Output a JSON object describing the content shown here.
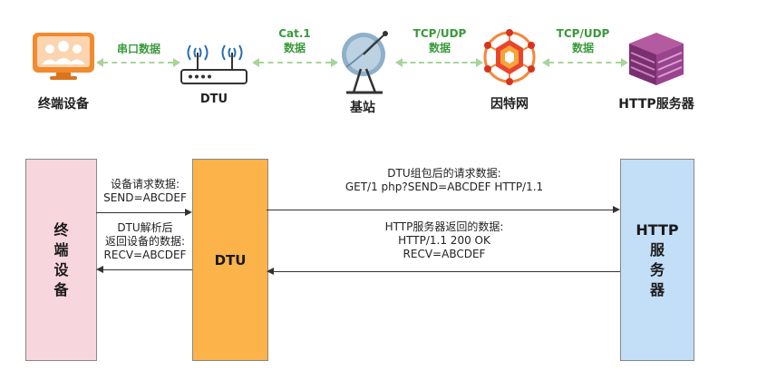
{
  "top": {
    "nodes": [
      {
        "label": "终端设备"
      },
      {
        "label": "DTU"
      },
      {
        "label": "基站"
      },
      {
        "label": "因特网"
      },
      {
        "label": "HTTP服务器"
      }
    ],
    "links": [
      {
        "label": "串口数据"
      },
      {
        "label": "Cat.1\n数据"
      },
      {
        "label": "TCP/UDP\n数据"
      },
      {
        "label": "TCP/UDP\n数据"
      }
    ]
  },
  "sequence": {
    "boxes": {
      "terminal": "终\n端\n设\n备",
      "dtu": "DTU",
      "http": "HTTP\n服\n务\n器"
    },
    "messages": {
      "terminal_to_dtu": "设备请求数据:\nSEND=ABCDEF",
      "dtu_to_terminal": "DTU解析后\n返回设备的数据:\nRECV=ABCDEF",
      "dtu_to_http": "DTU组包后的请求数据:\nGET/1 php?SEND=ABCDEF HTTP/1.1",
      "http_to_dtu": "HTTP服务器返回的数据:\nHTTP/1.1 200 OK\nRECV=ABCDEF"
    }
  },
  "colors": {
    "terminal_box": "#f7d6dd",
    "dtu_box": "#fbb34a",
    "http_box": "#c3def7",
    "link_label": "#3a9a3a",
    "link_line": "#a8d49a"
  }
}
